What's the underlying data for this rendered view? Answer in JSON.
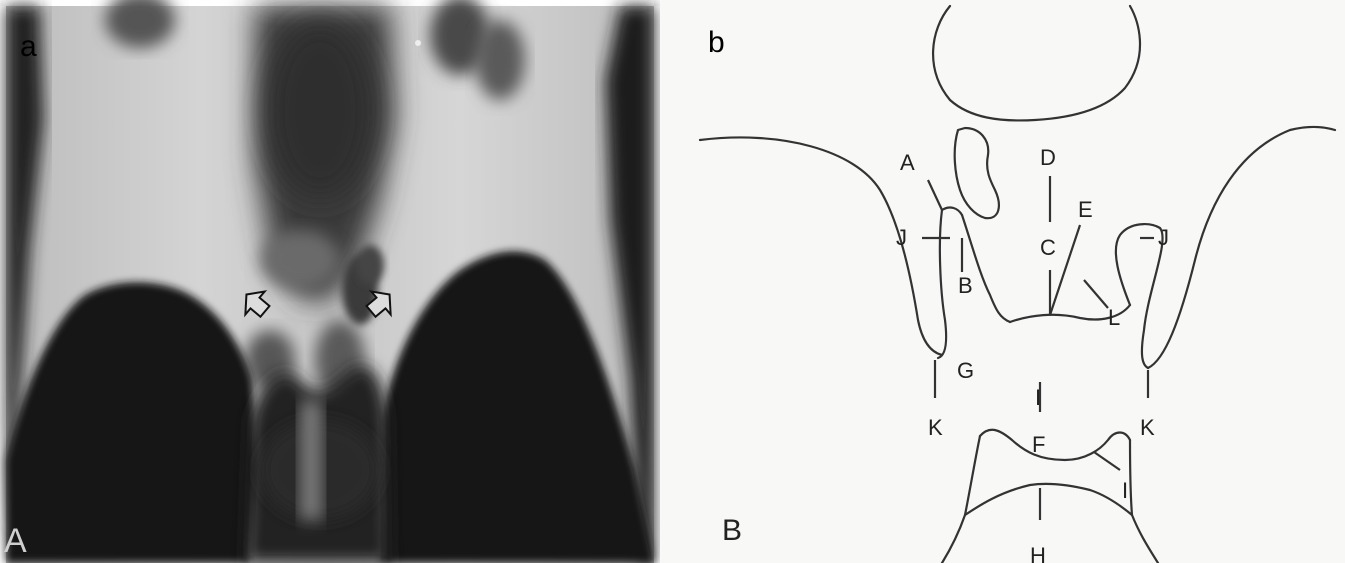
{
  "panel_a": {
    "letter": "a",
    "corner_letter": "A"
  },
  "panel_b": {
    "letter": "b",
    "corner_letter": "B",
    "labels": {
      "A": "A",
      "B": "B",
      "C": "C",
      "D": "D",
      "E": "E",
      "F": "F",
      "G": "G",
      "H": "H",
      "I_upper": "I",
      "I_right": "I",
      "J_left": "J",
      "J_right": "J",
      "K_left": "K",
      "K_right": "K",
      "L": "L"
    }
  }
}
